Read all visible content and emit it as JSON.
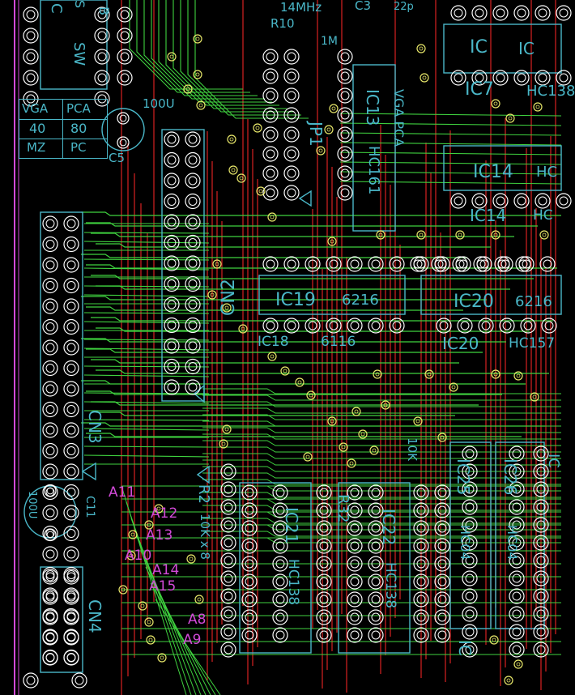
{
  "colors": {
    "background": "#000000",
    "top_trace": "#c81e1e",
    "bottom_trace": "#3fd23f",
    "via_ring": "#e8e86a",
    "silkscreen": "#4ab7c8",
    "net_label": "#d24ad8",
    "pad_ring": "#ffffff"
  },
  "silkscreen": {
    "freq": "14MHz",
    "r10": "R10",
    "r_value_1m": "1M",
    "c3": "C3",
    "c3_value": "22p",
    "cap_100u": "100U",
    "c5": "C5",
    "cap_100u_left": "100U",
    "c11": "C11",
    "jumper_table": {
      "row1": [
        "VGA",
        "PCA"
      ],
      "row2": [
        "40",
        "80"
      ],
      "row3": [
        "MZ",
        "PC"
      ]
    },
    "ic19": "IC19",
    "ic19_part": "6216",
    "ic18": "IC18",
    "ic18_part": "6116",
    "ic20": "IC20",
    "ic20_part": "6216",
    "ic20b": "IC20",
    "ic20b_part": "HC157",
    "ic7": "IC7",
    "ic7_part": "HC138",
    "ic14": "IC14",
    "ic14_part": "HC",
    "ic14b": "IC14",
    "ic14b_part": "HC",
    "ic13": "IC13",
    "ic13_part": "HC161",
    "ic13_label2": "VGA PCA",
    "ic_top_left": "IC",
    "ic_top_right": "IC",
    "cn2": "CN2",
    "cn3": "CN3",
    "cn4": "CN4",
    "jp1": "JP1",
    "r2": "R2",
    "r2_value": "10K x 8",
    "r32": "R32",
    "r_10k": "10K",
    "ic21": "IC21",
    "ic21_part": "HC138",
    "ic22": "IC22",
    "ic22_part": "HC138",
    "ic25": "IC25",
    "ic25_part": "HC04",
    "ic26": "IC26",
    "ic26_part": "HC04",
    "ic_bottom": "IC",
    "top_frag": "C",
    "top_frag2": "SW",
    "top_frag3": "B",
    "top_frag4": "S",
    "right_frag": "IC"
  },
  "net_labels": [
    "A11",
    "A12",
    "A13",
    "A10",
    "A14",
    "A15",
    "A8",
    "A9"
  ]
}
